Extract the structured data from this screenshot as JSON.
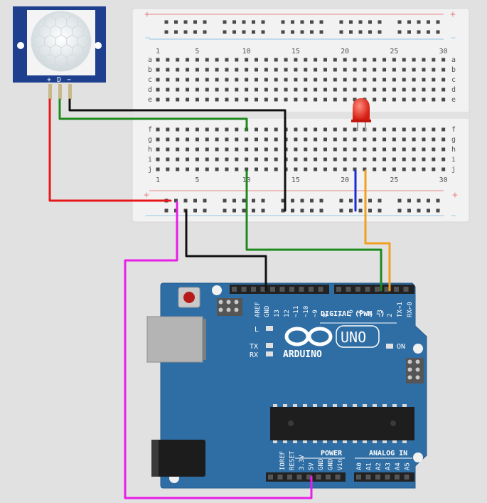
{
  "pir_sensor": {
    "pin_plus": "+",
    "pin_data": "D",
    "pin_minus": "−"
  },
  "breadboard": {
    "rail_plus": "+",
    "rail_minus": "−",
    "columns": [
      "1",
      "5",
      "10",
      "15",
      "20",
      "25",
      "30"
    ],
    "rows_top": [
      "a",
      "b",
      "c",
      "d",
      "e"
    ],
    "rows_bottom": [
      "f",
      "g",
      "h",
      "i",
      "j"
    ]
  },
  "arduino": {
    "brand": "ARDUINO",
    "model": "UNO",
    "digital_label": "DIGITAL (PWM ~)",
    "digital_pins": [
      "AREF",
      "GND",
      "13",
      "12",
      "~11",
      "~10",
      "~9",
      "8",
      "7",
      "~6",
      "~5",
      "4",
      "~3",
      "2",
      "TX→1",
      "RX←0"
    ],
    "led_l": "L",
    "led_tx": "TX",
    "led_rx": "RX",
    "led_on": "ON",
    "power_label": "POWER",
    "power_pins": [
      "IOREF",
      "RESET",
      "3.3V",
      "5V",
      "GND",
      "GND",
      "Vin"
    ],
    "analog_label": "ANALOG IN",
    "analog_pins": [
      "A0",
      "A1",
      "A2",
      "A3",
      "A4",
      "A5"
    ]
  },
  "colors": {
    "background": "#e1e1e1",
    "breadboard": "#f2f2f2",
    "rail_red": "#e88a8a",
    "rail_blue": "#93c6e6",
    "arduino_board": "#2f6ea5",
    "pir_board": "#1d3f8e",
    "wire_red": "#e8181a",
    "wire_black": "#111111",
    "wire_green": "#1e8a1e",
    "wire_orange": "#f0a020",
    "wire_magenta": "#e61ee6",
    "wire_blue": "#1a2ad8",
    "led_red": "#e8281e"
  }
}
